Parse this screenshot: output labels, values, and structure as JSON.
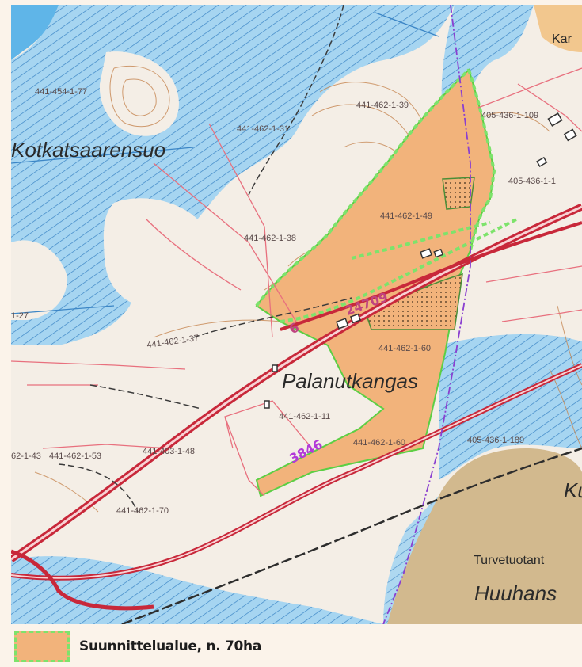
{
  "map": {
    "place_names": {
      "kotkatsaarensuo": "Kotkatsaarensuo",
      "palanutkangas": "Palanutkangas",
      "turvetuotanto": "Turvetuotant",
      "huuhans": "Huuhans",
      "kar": "Kar",
      "ku": "Ku"
    },
    "road_numbers": {
      "road_6": "6",
      "road_24709": "24709",
      "road_3846": "3846"
    },
    "parcels": [
      "441-454-1-77",
      "441-462-1-39",
      "405-436-1-109",
      "441-462-1-31",
      "405-436-1-1",
      "441-462-1-49",
      "441-462-1-38",
      "441-462-1-37",
      "441-462-1-60",
      "441-462-1-60",
      "441-462-1-11",
      "441-403-1-48",
      "405-436-1-189",
      "441-462-1-53",
      "441-462-1-70",
      "62-1-43",
      "1-27"
    ],
    "colors": {
      "planning_area_fill": "#f2b37b",
      "planning_area_border": "#7de36b",
      "marsh": "#a6d5f1",
      "water": "#5fb5e8",
      "peat": "#d2b98e",
      "main_road": "#c8283a",
      "boundary": "#e8707e",
      "municipal_border": "#8a3fd0"
    }
  },
  "legend": {
    "label": "Suunnittelualue, n. 70ha"
  }
}
